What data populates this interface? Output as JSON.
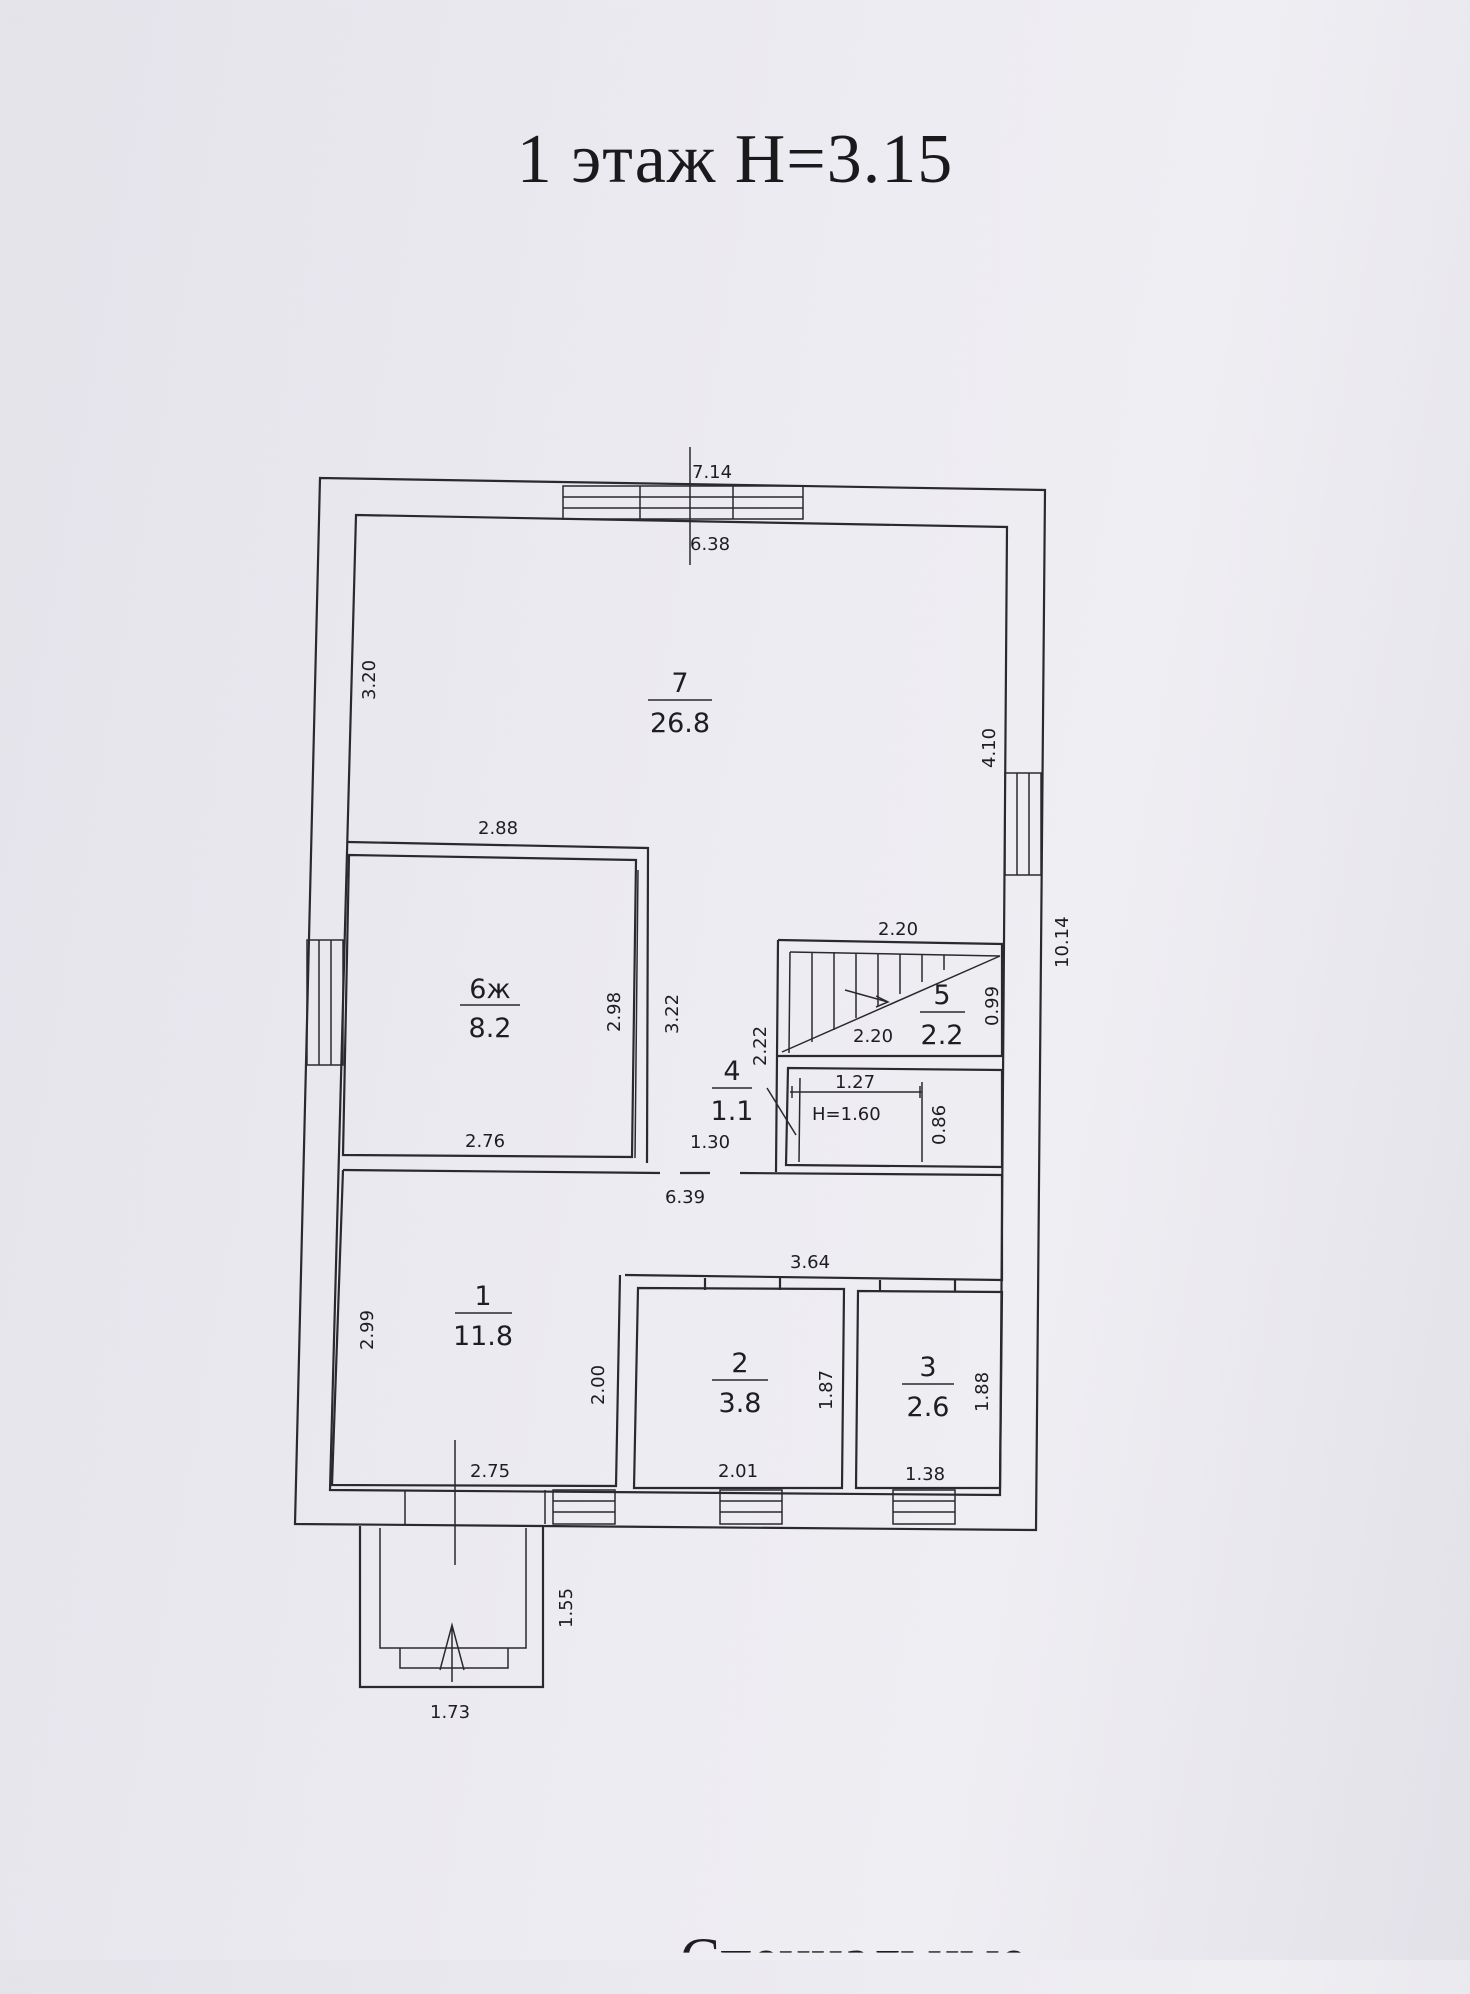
{
  "title": "1 этаж H=3.15",
  "rooms": [
    {
      "id": "7",
      "area": "26.8"
    },
    {
      "id": "6ж",
      "area": "8.2"
    },
    {
      "id": "5",
      "area": "2.2"
    },
    {
      "id": "4",
      "area": "1.1"
    },
    {
      "id": "1",
      "area": "11.8"
    },
    {
      "id": "2",
      "area": "3.8"
    },
    {
      "id": "3",
      "area": "2.6"
    }
  ],
  "dims": {
    "d714": "7.14",
    "d638": "6.38",
    "d320": "3.20",
    "d410": "4.10",
    "d288": "2.88",
    "d1014": "10.14",
    "d220a": "2.20",
    "d099": "0.99",
    "d220b": "2.20",
    "d222": "2.22",
    "d298": "2.98",
    "d322": "3.22",
    "d276": "2.76",
    "d127": "1.27",
    "h160": "H=1.60",
    "d086": "0.86",
    "d130": "1.30",
    "d639": "6.39",
    "d364": "3.64",
    "d299": "2.99",
    "d200": "2.00",
    "d187": "1.87",
    "d188": "1.88",
    "d275": "2.75",
    "d201": "2.01",
    "d138": "1.38",
    "d155": "1.55",
    "d173": "1.73"
  },
  "footer_partial": "Спецнальные"
}
